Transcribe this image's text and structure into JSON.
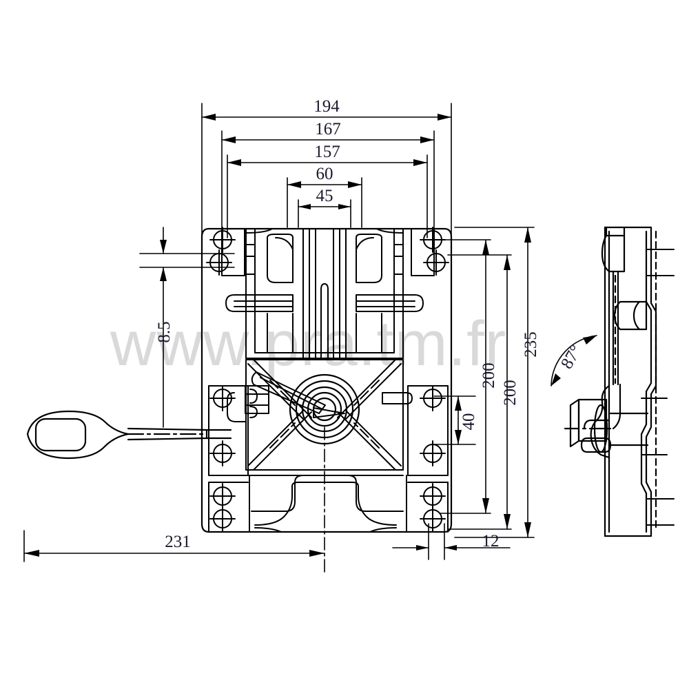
{
  "drawing": {
    "type": "engineering-dimensioned-drawing",
    "subject": "seat swivel / tilt mechanism base plate with release lever",
    "units": "mm",
    "views": [
      {
        "name": "front-view",
        "label": ""
      },
      {
        "name": "side-view",
        "label": ""
      }
    ]
  },
  "watermark": {
    "text": "www.pra.tm.fr"
  },
  "dimensions": {
    "top": [
      {
        "name": "overall-width",
        "value": "194"
      },
      {
        "name": "bolt-span-outer",
        "value": "167"
      },
      {
        "name": "bolt-span-inner",
        "value": "157"
      },
      {
        "name": "slot-span-outer",
        "value": "60"
      },
      {
        "name": "slot-span-inner",
        "value": "45"
      }
    ],
    "left": [
      {
        "name": "plate-thickness",
        "value": "8.5"
      }
    ],
    "right": [
      {
        "name": "overall-height",
        "value": "235"
      },
      {
        "name": "hole-span-height",
        "value": "200"
      },
      {
        "name": "plate-height",
        "value": "200"
      },
      {
        "name": "hub-height",
        "value": "40"
      }
    ],
    "bottom": [
      {
        "name": "lever-reach",
        "value": "231"
      },
      {
        "name": "edge-offset",
        "value": "12"
      }
    ],
    "angle": [
      {
        "name": "lever-swing-angle",
        "value": "87°"
      }
    ]
  },
  "colors": {
    "line": "#000000",
    "dim_text": "#1a1a2e",
    "watermark": "#d9d9d9",
    "background": "#ffffff"
  }
}
